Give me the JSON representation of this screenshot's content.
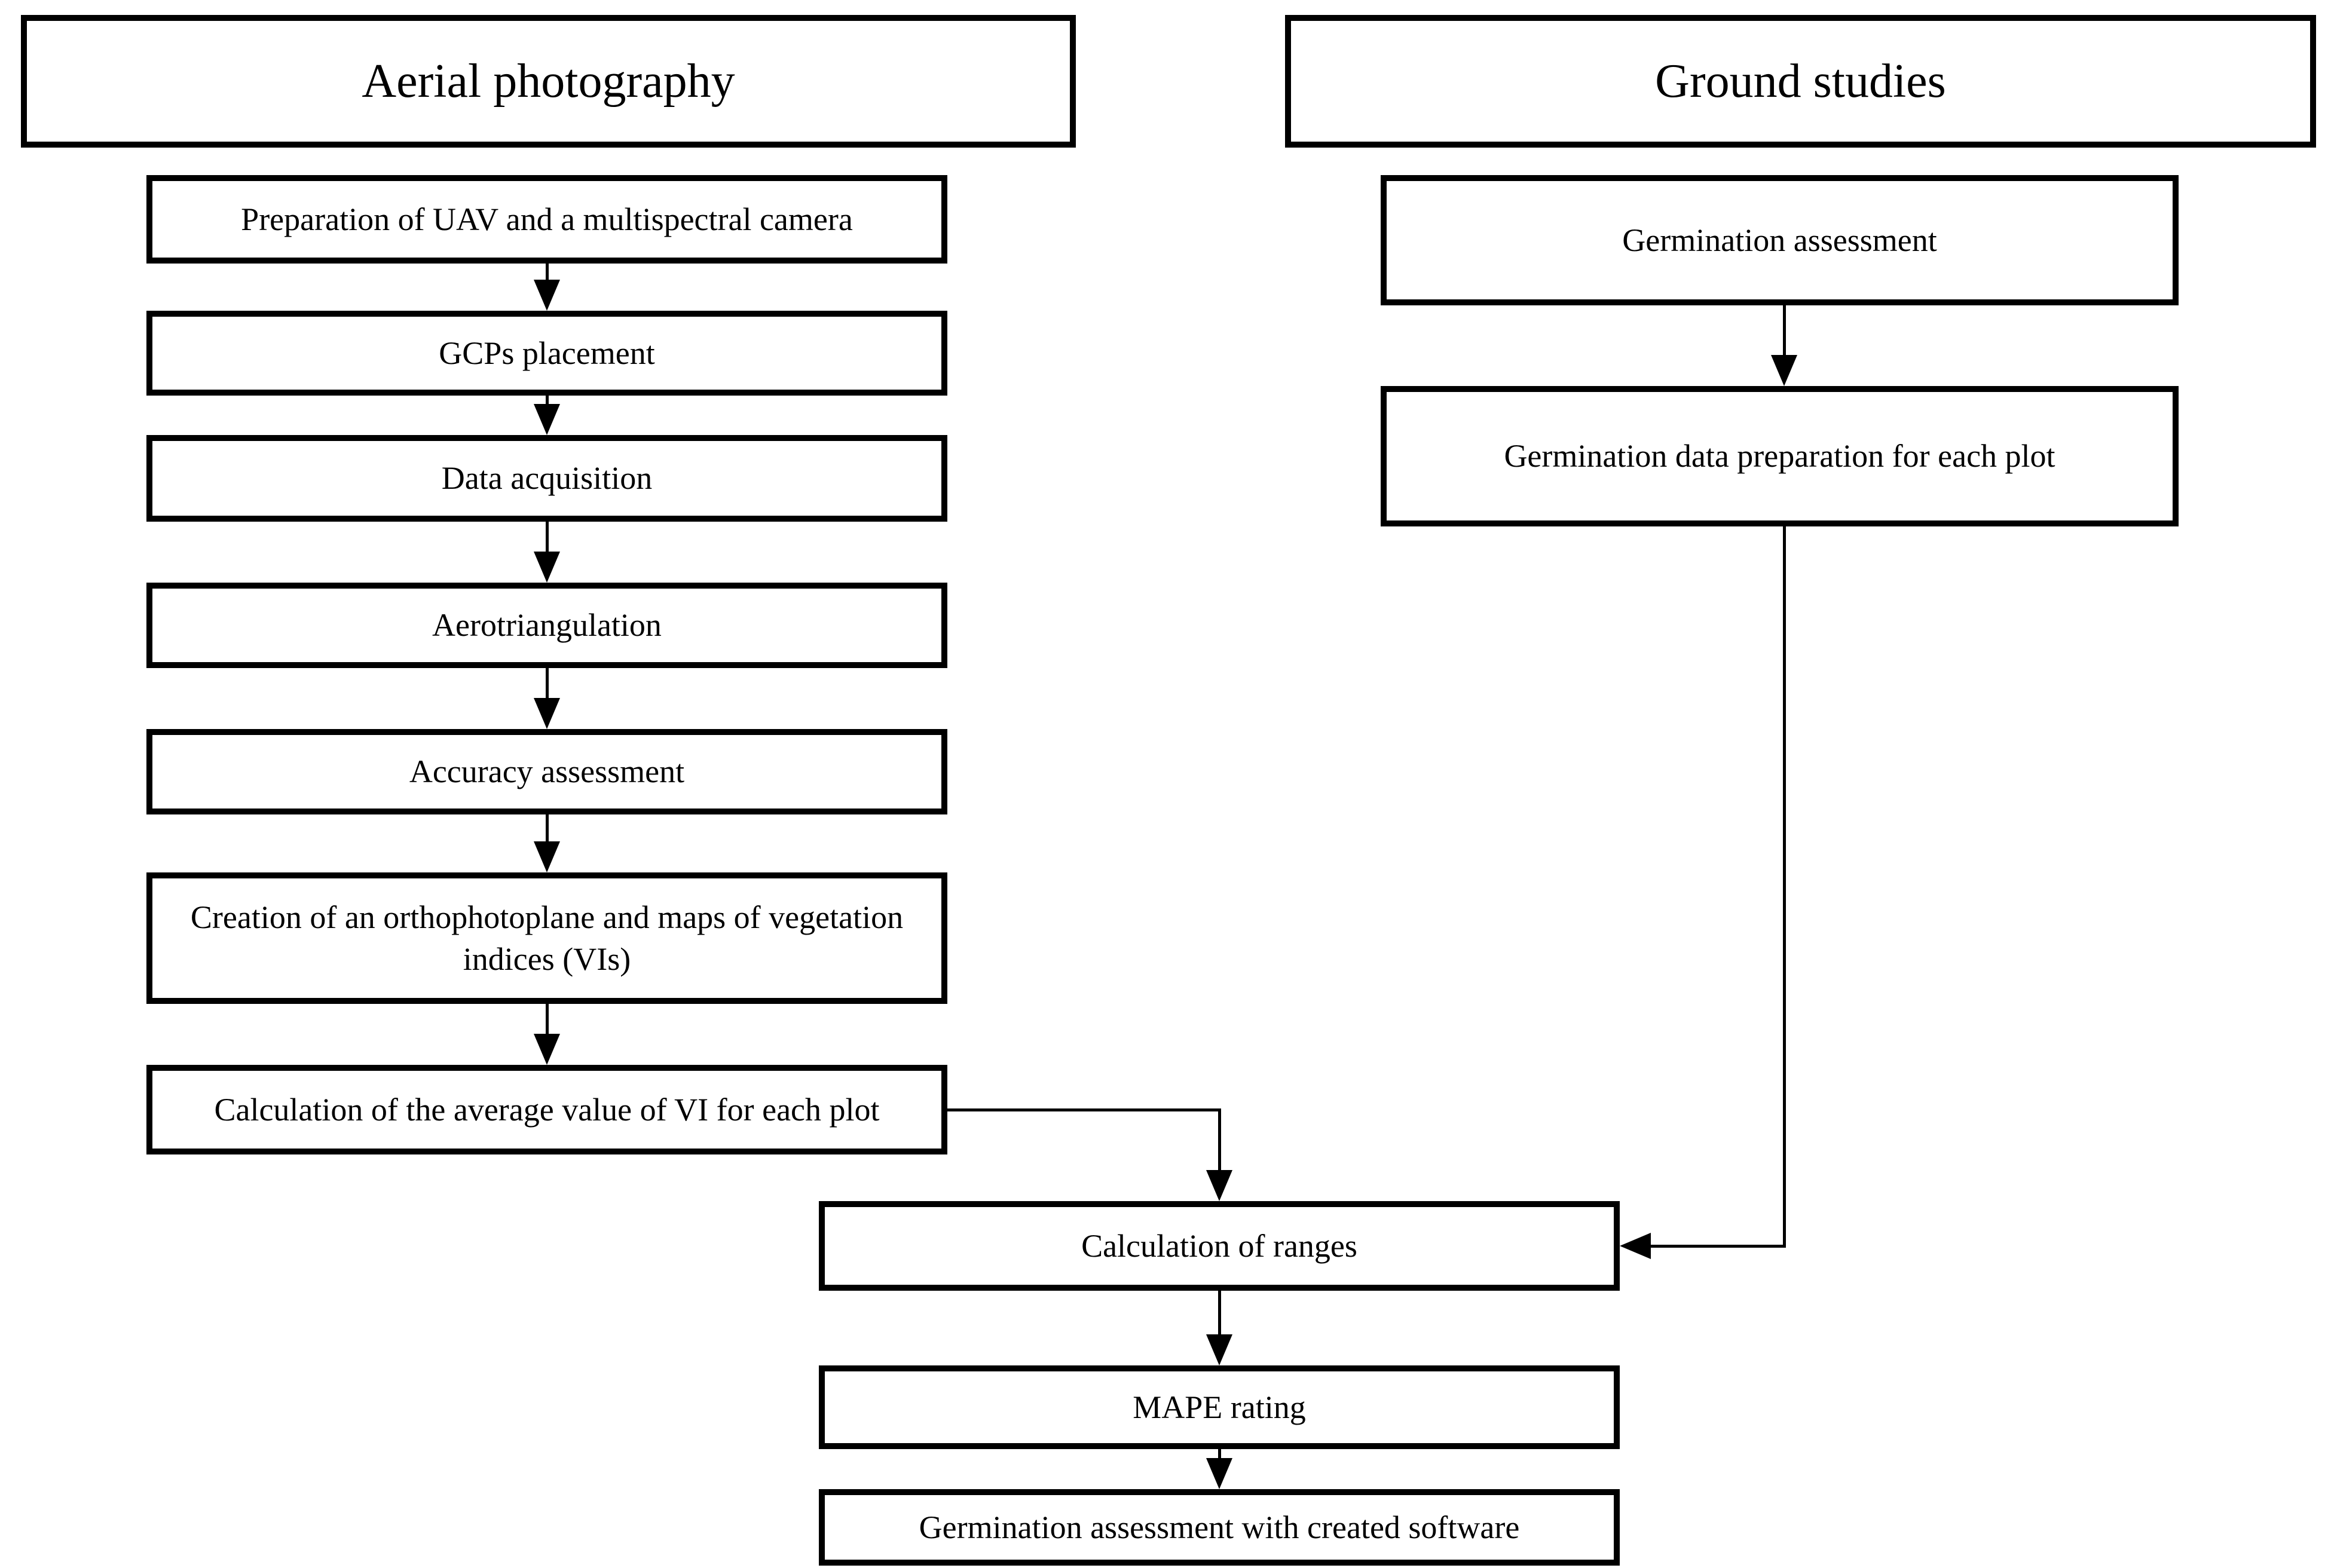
{
  "figure": {
    "background_color": "#ffffff",
    "line_color": "#000000"
  },
  "aerial": {
    "title": "Aerial photography",
    "steps": [
      "Preparation of UAV and a multispectral camera",
      "GCPs placement",
      "Data acquisition",
      "Aerotriangulation",
      "Accuracy assessment",
      "Creation of an orthophotoplane and maps of vegetation indices (VIs)",
      "Calculation of the average value of VI for each plot"
    ]
  },
  "ground": {
    "title": "Ground studies",
    "steps": [
      "Germination assessment",
      "Germination data preparation for each plot"
    ]
  },
  "merged": {
    "steps": [
      "Calculation of ranges",
      "MAPE rating",
      "Germination assessment with created software"
    ]
  }
}
